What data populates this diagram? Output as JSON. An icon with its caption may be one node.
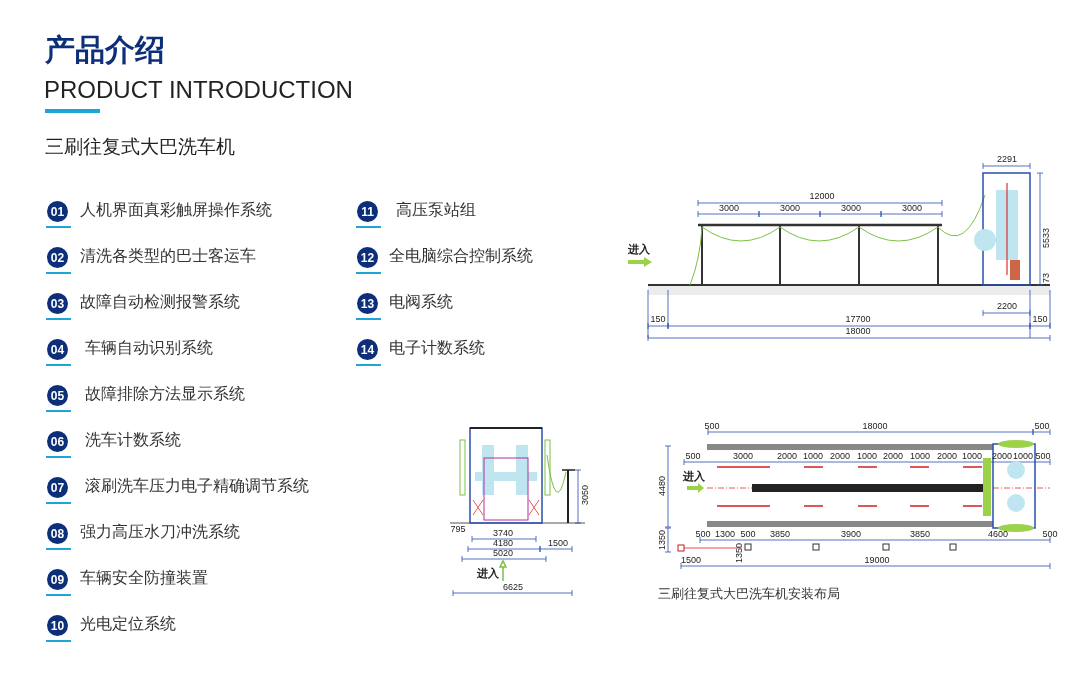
{
  "diagram": {
    "title": "产品介绍",
    "caption": "三刷往复式大巴洗车机安装布局",
    "labels": [
      "PRODUCT INTRODUCTION",
      "三刷往复式大巴洗车机",
      "01",
      "人机界面真彩触屏操作系统",
      "02",
      "清洗各类型的巴士客运车",
      "03",
      "故障自动检测报警系统",
      "04",
      "车辆自动识别系统",
      "05",
      "故障排除方法显示系统",
      "06",
      "洗车计数系统",
      "07",
      "滚刷洗车压力电子精确调节系统",
      "08",
      "强力高压水刀冲洗系统",
      "09",
      "车辆安全防撞装置",
      "10",
      "光电定位系统",
      "11",
      "高压泵站组",
      "12",
      "全电脑综合控制系统",
      "13",
      "电阀系统",
      "14",
      "电子计数系统",
      "2291",
      "12000",
      "3000",
      "3000",
      "3000",
      "3000",
      "5533",
      "进入",
      "73",
      "2200",
      "150",
      "17700",
      "150",
      "18000",
      "3050",
      "795",
      "3740",
      "4180",
      "1500",
      "5020",
      "进入",
      "6625",
      "500",
      "18000",
      "500",
      "500",
      "3000",
      "2000",
      "1000",
      "2000",
      "1000",
      "2000",
      "1000",
      "2000",
      "1000",
      "2000",
      "1000",
      "500",
      "4480",
      "进入",
      "1350",
      "500",
      "1300",
      "500",
      "1350",
      "3850",
      "3900",
      "3850",
      "4600",
      "500",
      "1500",
      "19000"
    ]
  }
}
